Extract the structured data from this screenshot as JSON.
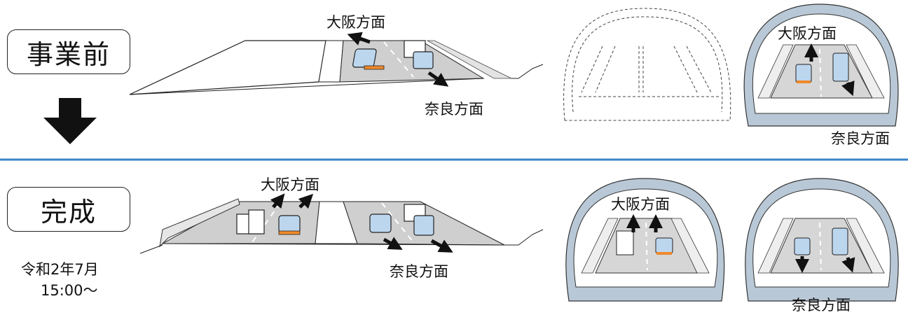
{
  "before": {
    "title": "事業前",
    "road_up_label": "大阪方面",
    "road_down_label": "奈良方面",
    "tunnel_up_label": "大阪方面",
    "tunnel_down_label": "奈良方面"
  },
  "after": {
    "title": "完成",
    "date_line1": "令和2年7月",
    "date_line2": "15:00～",
    "road_up_label": "大阪方面",
    "road_down_label": "奈良方面",
    "tunnel_up_label": "大阪方面",
    "tunnel_down_label": "奈良方面"
  },
  "colors": {
    "divider": "#3a86c8",
    "lane_gray": "#c9c9c9",
    "tunnel_lining": "#b9c8d6",
    "car_blue": "#bcd6ee",
    "car_orange": "#f08a2a"
  }
}
